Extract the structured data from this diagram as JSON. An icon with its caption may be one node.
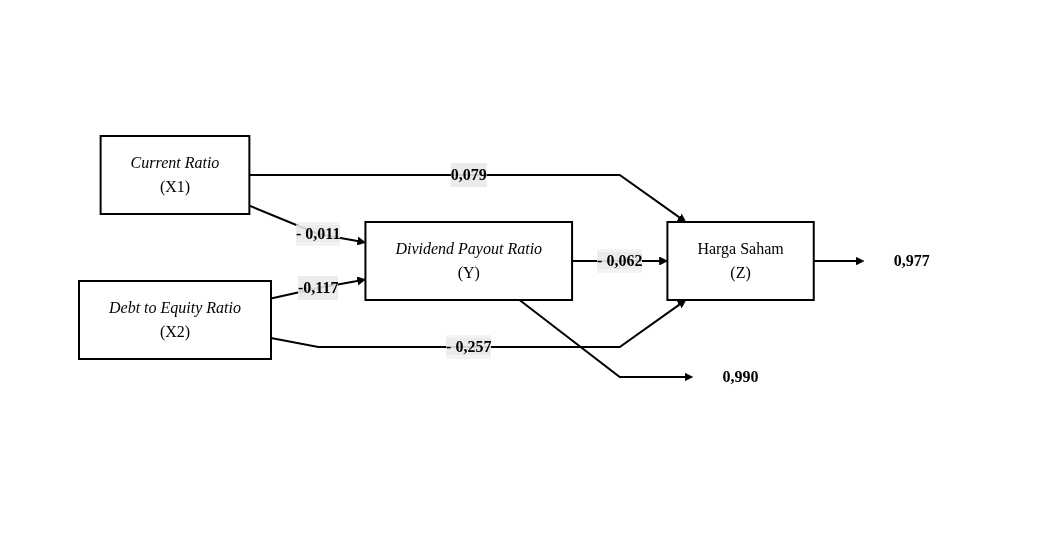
{
  "diagram": {
    "nodes": [
      {
        "text": [
          "Current Ratio",
          "(X1)"
        ]
      },
      {
        "text": [
          "Debt to Equity Ratio",
          "(X2)"
        ]
      },
      {
        "text": [
          "Dividend Payout Ratio",
          "(Y)"
        ]
      },
      {
        "text": [
          "Harga Saham",
          "(Z)"
        ]
      },
      {
        "text": [
          "0,990"
        ]
      },
      {
        "text": [
          "0,977"
        ]
      }
    ],
    "edges": [
      {
        "from": 0,
        "to": 3,
        "arrow": "to",
        "label": "0,079"
      },
      {
        "from": 0,
        "to": 2,
        "arrow": "to",
        "label": "- 0,011"
      },
      {
        "from": 2,
        "to": 4,
        "arrow": "to"
      },
      {
        "from": 3,
        "to": 5,
        "arrow": "to"
      },
      {
        "from": 2,
        "to": 3,
        "arrow": "to",
        "label": "- 0,062"
      },
      {
        "from": 1,
        "to": 2,
        "arrow": "to",
        "label": "-0,117"
      },
      {
        "from": 1,
        "to": 3,
        "arrow": "to",
        "label": "- 0,257"
      }
    ]
  }
}
